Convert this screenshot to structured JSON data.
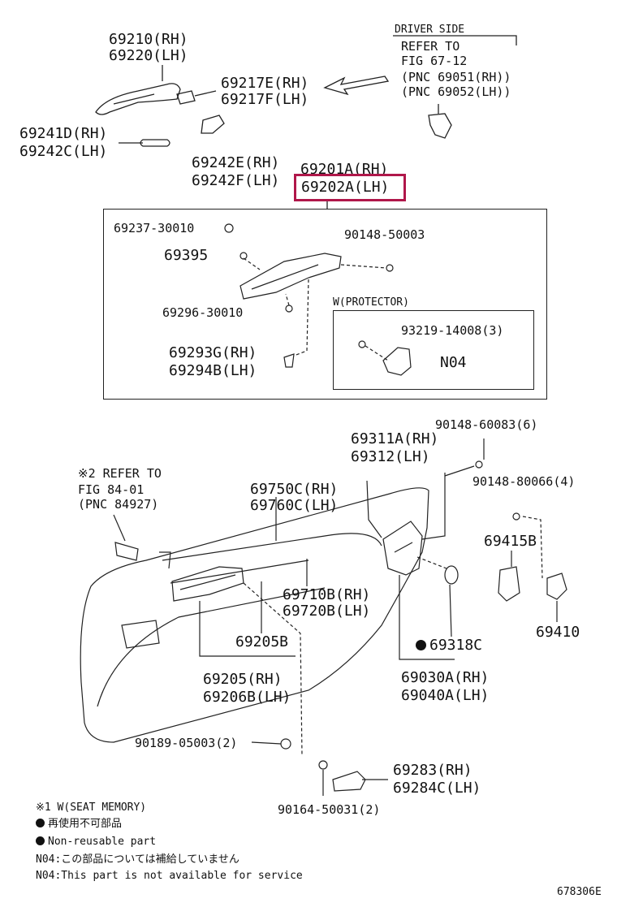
{
  "labels": {
    "p69210": "69210(RH)",
    "p69220": "69220(LH)",
    "p69217e": "69217E(RH)",
    "p69217f": "69217F(LH)",
    "p69241d": "69241D(RH)",
    "p69242c": "69242C(LH)",
    "p69242e": "69242E(RH)",
    "p69242f": "69242F(LH)",
    "p69201a": "69201A(RH)",
    "p69202a": "69202A(LH)",
    "p69237": "69237-30010",
    "p90148_50003": "90148-50003",
    "p69395": "69395",
    "p69296": "69296-30010",
    "p69293g": "69293G(RH)",
    "p69294b": "69294B(LH)",
    "protector": "W(PROTECTOR)",
    "p93219": "93219-14008(3)",
    "n04": "N04",
    "p90148_60083": "90148-60083(6)",
    "p69311a": "69311A(RH)",
    "p69312": "69312(LH)",
    "p90148_80066": "90148-80066(4)",
    "p69750c": "69750C(RH)",
    "p69760c": "69760C(LH)",
    "p69415b": "69415B",
    "p69410": "69410",
    "p69710b": "69710B(RH)",
    "p69720b": "69720B(LH)",
    "p69318c": "69318C",
    "p69205b": "69205B",
    "p69205": "69205(RH)",
    "p69206b": "69206B(LH)",
    "p69030a": "69030A(RH)",
    "p69040a": "69040A(LH)",
    "p90189": "90189-05003(2)",
    "p69283": "69283(RH)",
    "p69284c": "69284C(LH)",
    "p90164": "90164-50031(2)"
  },
  "driver_ref": {
    "header": "DRIVER SIDE",
    "line1": "REFER TO",
    "line2": "FIG 67-12",
    "line3": "(PNC 69051(RH))",
    "line4": "(PNC 69052(LH))"
  },
  "seat_ref": {
    "line1": "※2 REFER TO",
    "line2": "FIG 84-01",
    "line3": "(PNC 84927)"
  },
  "notes": {
    "n1": "※1 W(SEAT MEMORY)",
    "n2": "再使用不可部品",
    "n3": "Non-reusable part",
    "n4": "N04:この部品については補給していません",
    "n5": "N04:This part is not available for service"
  },
  "figure_id": "678306E",
  "colors": {
    "highlight": "#b0174a",
    "ink": "#111111"
  }
}
